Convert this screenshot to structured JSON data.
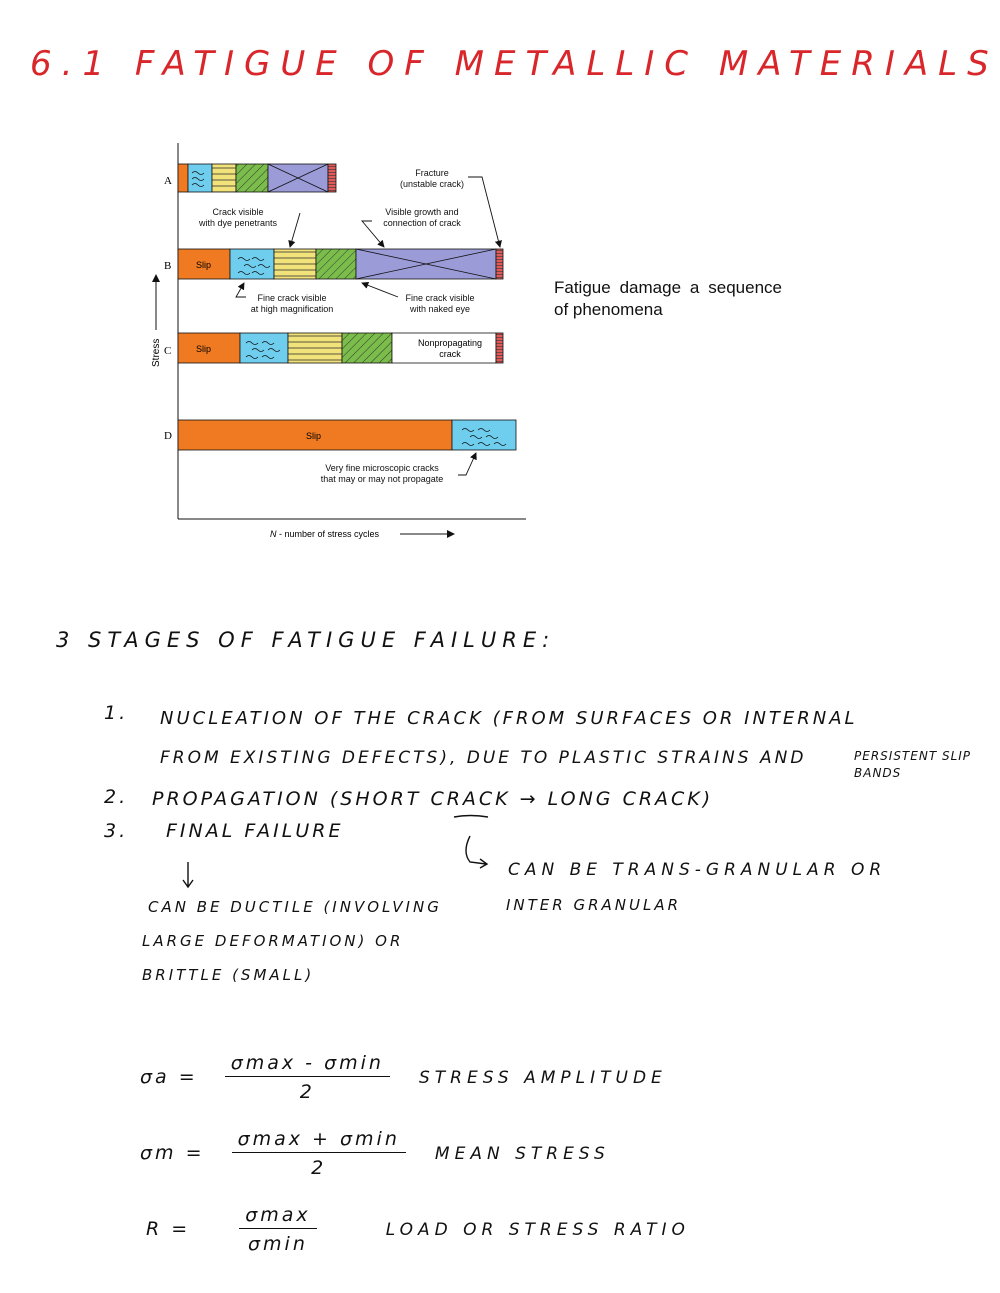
{
  "title": "6.1 FATIGUE OF METALLIC MATERIALS",
  "figure": {
    "rows": {
      "a": "A",
      "b": "B",
      "c": "C",
      "d": "D"
    },
    "slip": "Slip",
    "stress_label": "Stress",
    "x_axis_prefix": "N",
    "x_axis_label": " - number of stress cycles",
    "callouts": {
      "fracture_1": "Fracture",
      "fracture_2": "(unstable crack)",
      "dye_1": "Crack visible",
      "dye_2": "with dye penetrants",
      "growth_1": "Visible growth and",
      "growth_2": "connection of crack",
      "fine_mag_1": "Fine crack visible",
      "fine_mag_2": "at high magnification",
      "fine_eye_1": "Fine crack visible",
      "fine_eye_2": "with naked eye",
      "nonprop_1": "Nonpropagating",
      "nonprop_2": "crack",
      "micro_1": "Very fine microscopic cracks",
      "micro_2": "that may or may not propagate"
    },
    "colors": {
      "slip": "#f07a22",
      "microcrack": "#6fcdee",
      "fine": "#f2e27a",
      "visible": "#7bbd4a",
      "growth": "#9b9bd8",
      "fracture": "#e05a5a"
    }
  },
  "side_caption": "Fatigue damage a sequence of phenomena",
  "notes": {
    "heading": "3 STAGES OF FATIGUE FAILURE:",
    "item1_num": "1.",
    "item1_line1": "NUCLEATION OF THE CRACK (FROM SURFACES OR INTERNAL",
    "item1_line2": "FROM EXISTING DEFECTS), DUE TO PLASTIC STRAINS AND",
    "item1_extra": "PERSISTENT SLIP BANDS",
    "item2_num": "2.",
    "item2_text": "PROPAGATION (SHORT CRACK → LONG CRACK)",
    "item3_num": "3.",
    "item3_text": "FINAL FAILURE",
    "branch_left_1": "CAN BE DUCTILE (INVOLVING",
    "branch_left_2": "LARGE DEFORMATION) OR",
    "branch_left_3": "BRITTLE (SMALL)",
    "branch_right_1": "CAN BE TRANS-GRANULAR OR",
    "branch_right_2": "INTER GRANULAR"
  },
  "formulas": {
    "amp_lhs": "σa =",
    "amp_num": "σmax - σmin",
    "amp_den": "2",
    "amp_label": "STRESS AMPLITUDE",
    "mean_lhs": "σm =",
    "mean_num": "σmax + σmin",
    "mean_den": "2",
    "mean_label": "MEAN STRESS",
    "r_lhs": "R =",
    "r_num": "σmax",
    "r_den": "σmin",
    "r_label": "LOAD OR STRESS RATIO"
  }
}
